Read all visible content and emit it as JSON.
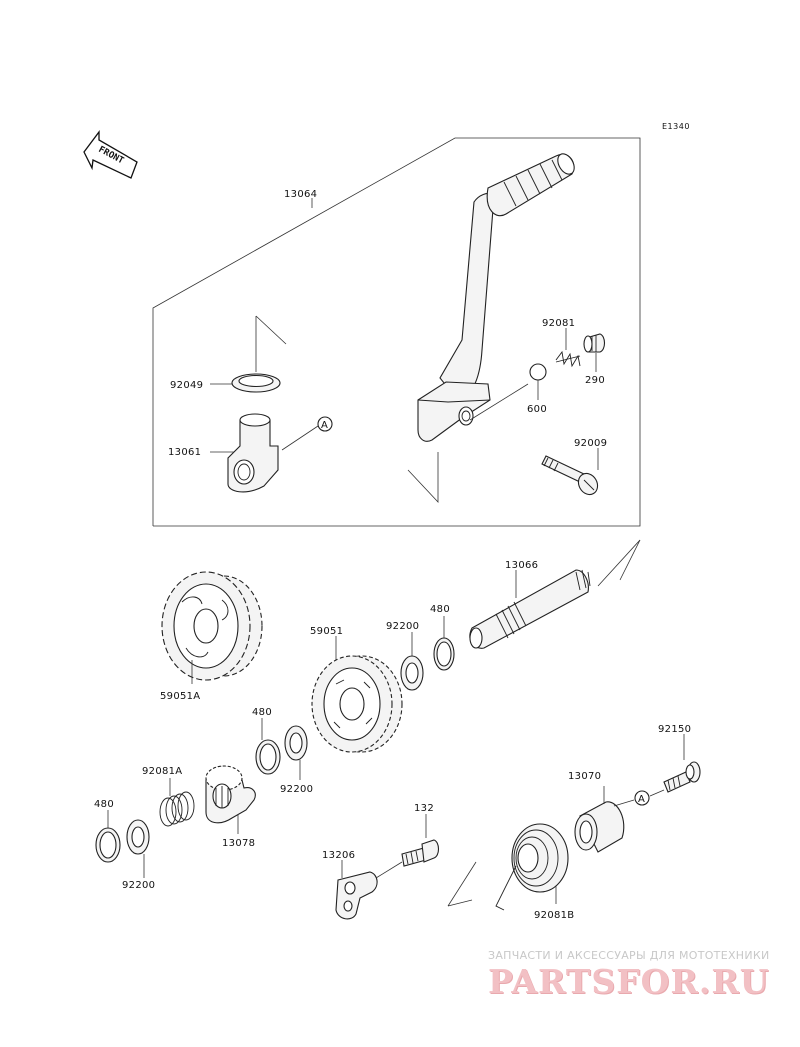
{
  "diagram_code": "E1340",
  "front_indicator": "FRONT",
  "callouts": {
    "c13064": "13064",
    "c92081_top": "92081",
    "c290": "290",
    "c600": "600",
    "c92049": "92049",
    "c13061": "13061",
    "c92009": "92009",
    "ref_a_top": "A",
    "c13066": "13066",
    "c480_top": "480",
    "c92200_top": "92200",
    "c59051": "59051",
    "c59051A": "59051A",
    "c480_mid": "480",
    "c92200_mid": "92200",
    "c92081A": "92081A",
    "c13078": "13078",
    "c480_left": "480",
    "c92200_left": "92200",
    "c92150": "92150",
    "c13070": "13070",
    "ref_a_bottom": "A",
    "c132": "132",
    "c13206": "13206",
    "c92081B": "92081B"
  },
  "watermark": {
    "tagline": "ЗАПЧАСТИ И АКСЕССУАРЫ ДЛЯ МОТОТЕХНИКИ",
    "logo": "PARTSFOR.RU"
  }
}
